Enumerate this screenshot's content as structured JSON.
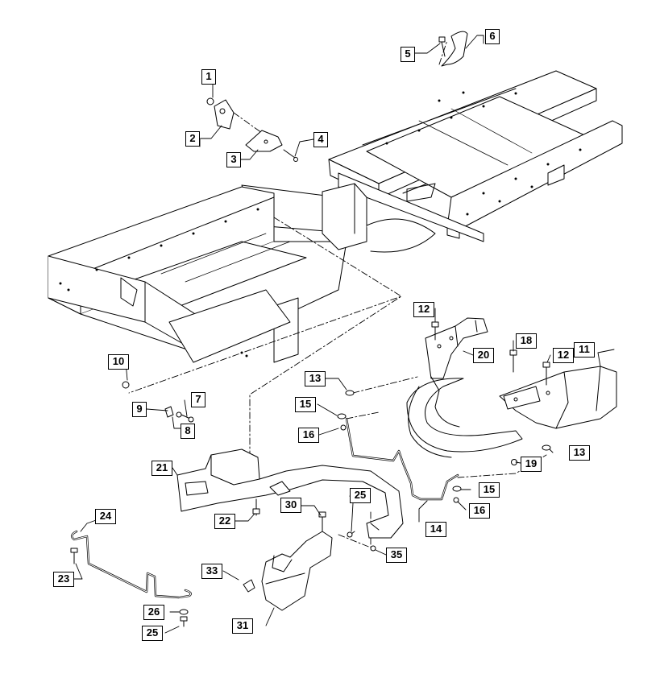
{
  "callouts": [
    {
      "id": "c1",
      "label": "1"
    },
    {
      "id": "c2",
      "label": "2"
    },
    {
      "id": "c3",
      "label": "3"
    },
    {
      "id": "c4",
      "label": "4"
    },
    {
      "id": "c5",
      "label": "5"
    },
    {
      "id": "c6",
      "label": "6"
    },
    {
      "id": "c7",
      "label": "7"
    },
    {
      "id": "c8",
      "label": "8"
    },
    {
      "id": "c9",
      "label": "9"
    },
    {
      "id": "c10",
      "label": "10"
    },
    {
      "id": "c11",
      "label": "11"
    },
    {
      "id": "c12a",
      "label": "12"
    },
    {
      "id": "c12b",
      "label": "12"
    },
    {
      "id": "c13a",
      "label": "13"
    },
    {
      "id": "c13b",
      "label": "13"
    },
    {
      "id": "c14",
      "label": "14"
    },
    {
      "id": "c15a",
      "label": "15"
    },
    {
      "id": "c15b",
      "label": "15"
    },
    {
      "id": "c16a",
      "label": "16"
    },
    {
      "id": "c16b",
      "label": "16"
    },
    {
      "id": "c18",
      "label": "18"
    },
    {
      "id": "c19",
      "label": "19"
    },
    {
      "id": "c20",
      "label": "20"
    },
    {
      "id": "c21",
      "label": "21"
    },
    {
      "id": "c22",
      "label": "22"
    },
    {
      "id": "c23",
      "label": "23"
    },
    {
      "id": "c24",
      "label": "24"
    },
    {
      "id": "c25a",
      "label": "25"
    },
    {
      "id": "c25b",
      "label": "25"
    },
    {
      "id": "c26",
      "label": "26"
    },
    {
      "id": "c30",
      "label": "30"
    },
    {
      "id": "c31",
      "label": "31"
    },
    {
      "id": "c33",
      "label": "33"
    },
    {
      "id": "c35",
      "label": "35"
    }
  ]
}
